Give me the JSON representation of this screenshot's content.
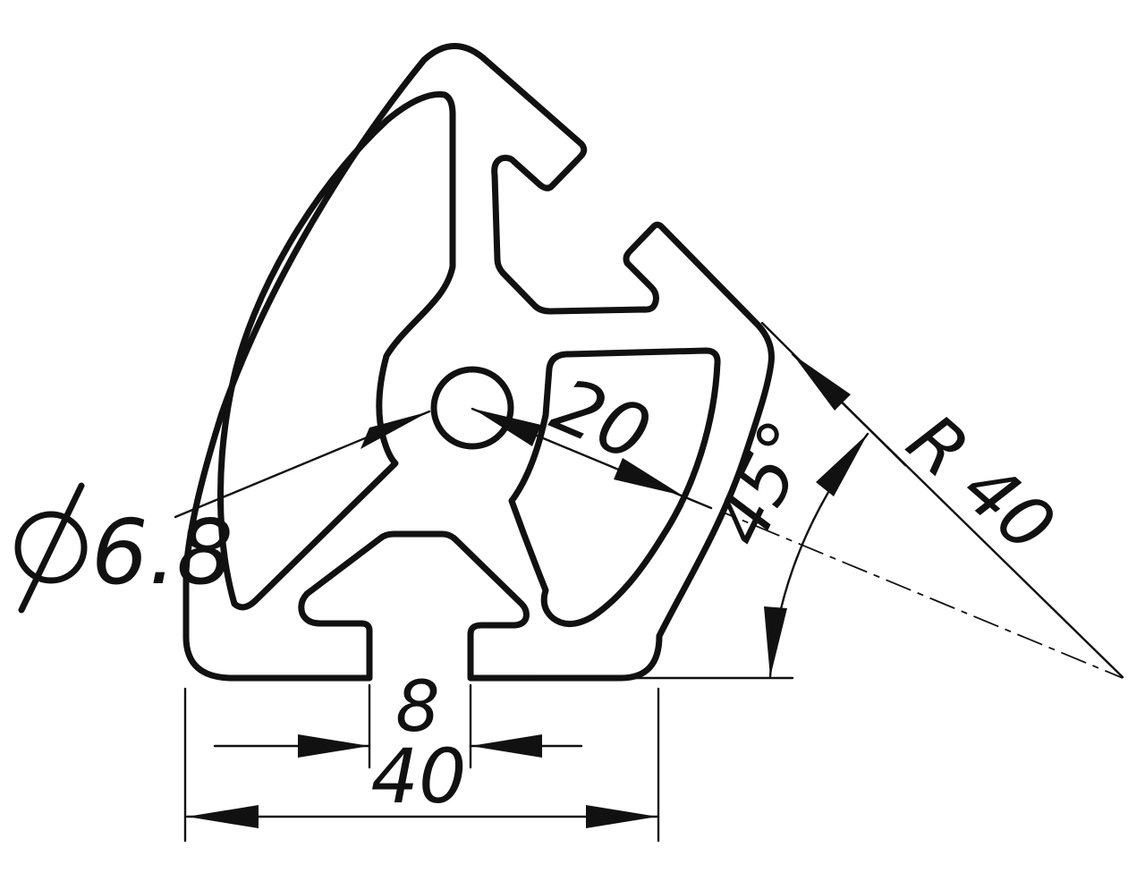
{
  "drawing": {
    "type": "technical-cad-cross-section",
    "background_color": "#ffffff",
    "line_color": "#111111",
    "annotations": {
      "diameter_symbol": "Ø",
      "diameter_value": "6.8",
      "center_distance": "20",
      "corner_angle": "45°",
      "outer_radius": "R 40",
      "slot_width": "8",
      "profile_width": "40"
    }
  }
}
